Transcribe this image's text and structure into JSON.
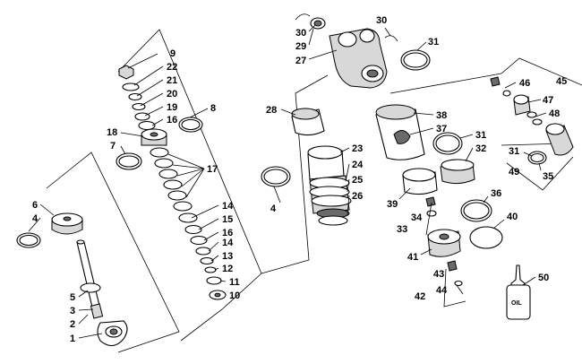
{
  "diagram": {
    "bottle_label": "OIL",
    "callouts": {
      "c1": "1",
      "c2": "2",
      "c3": "3",
      "c4a": "4",
      "c4b": "4",
      "c5": "5",
      "c6": "6",
      "c7": "7",
      "c8": "8",
      "c9": "9",
      "c10": "10",
      "c11": "11",
      "c12": "12",
      "c13": "13",
      "c14a": "14",
      "c14b": "14",
      "c15": "15",
      "c16a": "16",
      "c16b": "16",
      "c17": "17",
      "c18": "18",
      "c19": "19",
      "c20": "20",
      "c21": "21",
      "c22": "22",
      "c23": "23",
      "c24": "24",
      "c25": "25",
      "c26": "26",
      "c27": "27",
      "c28": "28",
      "c29": "29",
      "c30a": "30",
      "c30b": "30",
      "c31a": "31",
      "c31b": "31",
      "c31c": "31",
      "c32": "32",
      "c33": "33",
      "c34": "34",
      "c35": "35",
      "c36": "36",
      "c37": "37",
      "c38": "38",
      "c39": "39",
      "c40": "40",
      "c41": "41",
      "c42": "42",
      "c43": "43",
      "c44": "44",
      "c45": "45",
      "c46": "46",
      "c47": "47",
      "c48": "48",
      "c49": "49",
      "c50": "50"
    }
  }
}
